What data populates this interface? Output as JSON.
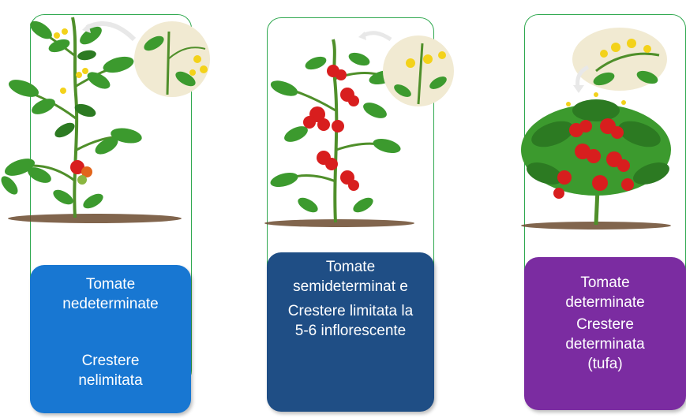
{
  "panels": [
    {
      "type_label": "Tomate nedeterminate",
      "growth_label": "Crestere nelimitata",
      "box_color": "#1877d2"
    },
    {
      "type_label": "Tomate semideterminat e",
      "growth_label": "Crestere limitata la 5-6 inflorescente",
      "box_color": "#1f4e85"
    },
    {
      "type_label": "Tomate determinate",
      "growth_label": "Crestere determinata (tufa)",
      "box_color": "#7b2ca1"
    }
  ],
  "colors": {
    "frame": "#2fa84f",
    "leaf": "#3c9a2e",
    "leaf_dark": "#2c7a22",
    "fruit": "#d81e1e",
    "flower": "#f3d21a",
    "soil": "#6b4a2e",
    "inset": "#f1ead2"
  }
}
